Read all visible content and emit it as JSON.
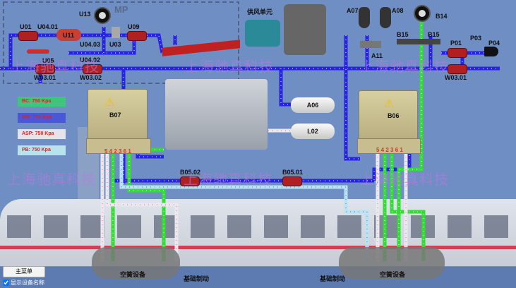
{
  "labels": {
    "mp": "MP",
    "u13": "U13",
    "u01": "U01",
    "u0401": "U04.01",
    "u11": "U11",
    "u09": "U09",
    "u0403": "U04.03",
    "u03": "U03",
    "u0402": "U04.02",
    "u05": "U05",
    "w0301a": "W03.01",
    "w0302": "W03.02",
    "supply": "供风单元",
    "a07": "A07",
    "a08": "A08",
    "b14": "B14",
    "b15a": "B15",
    "b15b": "B15",
    "a11": "A11",
    "p01": "P01",
    "p03": "P03",
    "p04": "P04",
    "w0301b": "W03.01",
    "b07": "B07",
    "b06": "B06",
    "a06": "A06",
    "l02": "L02",
    "b0502": "B05.02",
    "b0501": "B05.01",
    "air_spring_1": "空簧设备",
    "air_spring_2": "空簧设备",
    "base_brake_1": "基础制动",
    "base_brake_2": "基础制动",
    "ports_b07": "5 4 2 3 6 1",
    "ports_b06": "5 4 2 3 6 1"
  },
  "pressures": [
    {
      "label": "BC:    750  Kpa",
      "color": "#3fc67c"
    },
    {
      "label": "MR:    750  Kpa",
      "color": "#4a58d8"
    },
    {
      "label": "ASP:  750  Kpa",
      "color": "#e4e4ea"
    },
    {
      "label": "PB:    750  Kpa",
      "color": "#b8e2ec"
    }
  ],
  "watermark": "上海驰真科技",
  "controls": {
    "main_menu": "主菜单",
    "show_names": "显示设备名称",
    "show_names_checked": true
  },
  "colors": {
    "mr_pipe": "#2424e8",
    "bc_pipe": "#33dd33",
    "asp_pipe": "#e8e8f0",
    "pb_pipe": "#b8e4f0"
  }
}
